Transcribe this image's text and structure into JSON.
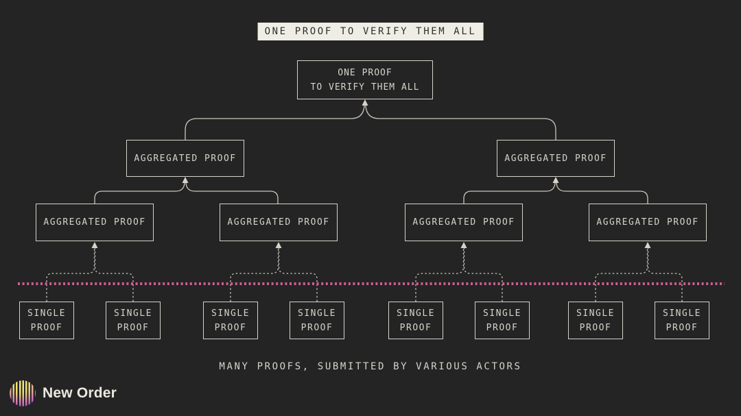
{
  "colors": {
    "background": "#242424",
    "box_border": "#d6d3ca",
    "connector": "#c9c6bd",
    "divider_pink": "#cf5f8f",
    "banner_bg": "#efeee6",
    "banner_text": "#2d2d2d",
    "logo_text": "#ebe8e0"
  },
  "banner": {
    "label": "ONE PROOF TO VERIFY THEM ALL"
  },
  "tree": {
    "root": {
      "line1": "ONE PROOF",
      "line2": "TO VERIFY THEM ALL"
    },
    "level2": [
      "AGGREGATED PROOF",
      "AGGREGATED PROOF"
    ],
    "level3": [
      "AGGREGATED PROOF",
      "AGGREGATED PROOF",
      "AGGREGATED PROOF",
      "AGGREGATED PROOF"
    ],
    "singles": [
      {
        "line1": "SINGLE",
        "line2": "PROOF"
      },
      {
        "line1": "SINGLE",
        "line2": "PROOF"
      },
      {
        "line1": "SINGLE",
        "line2": "PROOF"
      },
      {
        "line1": "SINGLE",
        "line2": "PROOF"
      },
      {
        "line1": "SINGLE",
        "line2": "PROOF"
      },
      {
        "line1": "SINGLE",
        "line2": "PROOF"
      },
      {
        "line1": "SINGLE",
        "line2": "PROOF"
      },
      {
        "line1": "SINGLE",
        "line2": "PROOF"
      }
    ]
  },
  "caption": "MANY PROOFS, SUBMITTED BY VARIOUS ACTORS",
  "logo": {
    "name": "New Order"
  }
}
